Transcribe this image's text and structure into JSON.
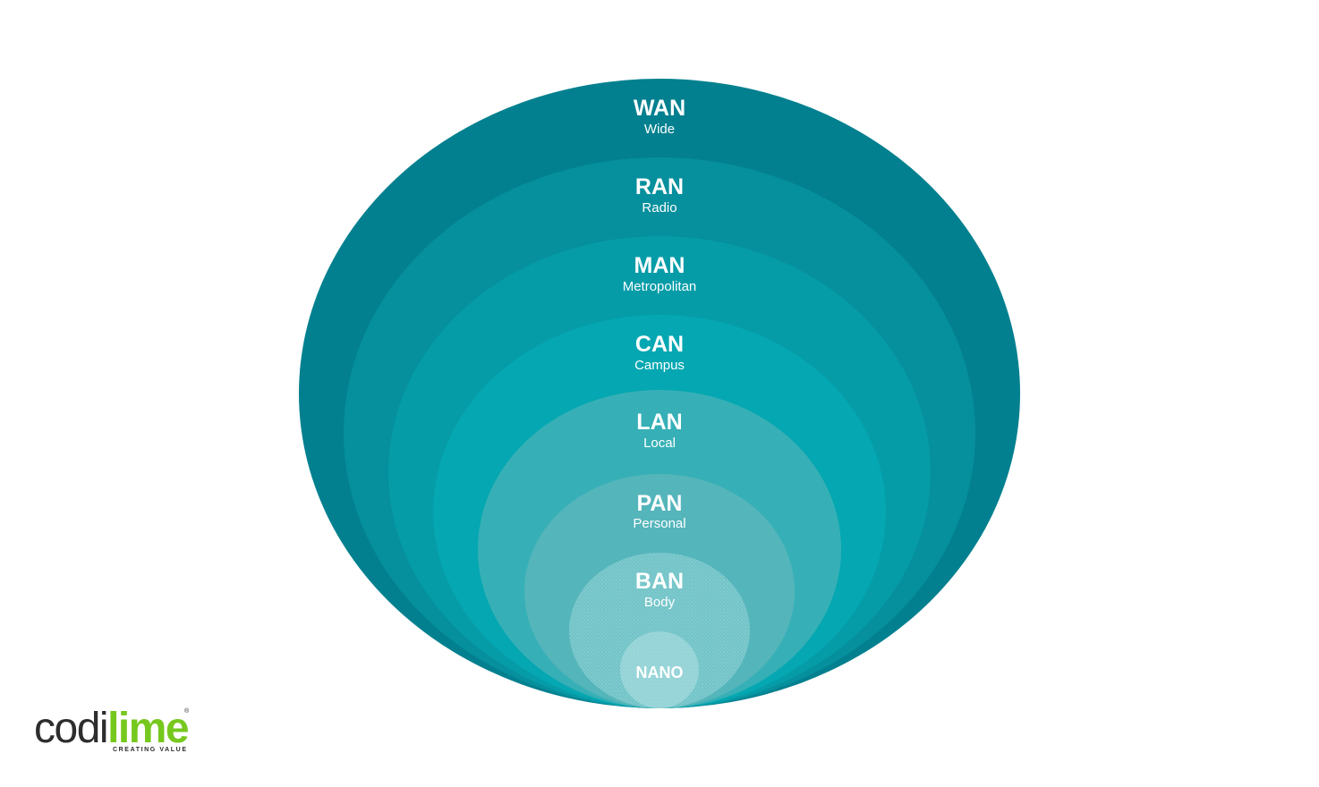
{
  "diagram": {
    "layers": [
      {
        "abbr": "WAN",
        "name": "Wide",
        "color": "#02808f"
      },
      {
        "abbr": "RAN",
        "name": "Radio",
        "color": "#068f9d"
      },
      {
        "abbr": "MAN",
        "name": "Metropolitan",
        "color": "#059ca8"
      },
      {
        "abbr": "CAN",
        "name": "Campus",
        "color": "#04a7b2"
      },
      {
        "abbr": "LAN",
        "name": "Local",
        "color": "#36b0b6"
      },
      {
        "abbr": "PAN",
        "name": "Personal",
        "color": "#54b5bb"
      },
      {
        "abbr": "BAN",
        "name": "Body",
        "color": "#72c4c8"
      },
      {
        "abbr": "NANO",
        "name": "",
        "color": "#93d3d6"
      }
    ]
  },
  "logo": {
    "part1": "codi",
    "part2": "lime",
    "registered": "®",
    "tagline": "CREATING VALUE",
    "dark_color": "#2d2d2d",
    "lime_color": "#76c81e"
  }
}
